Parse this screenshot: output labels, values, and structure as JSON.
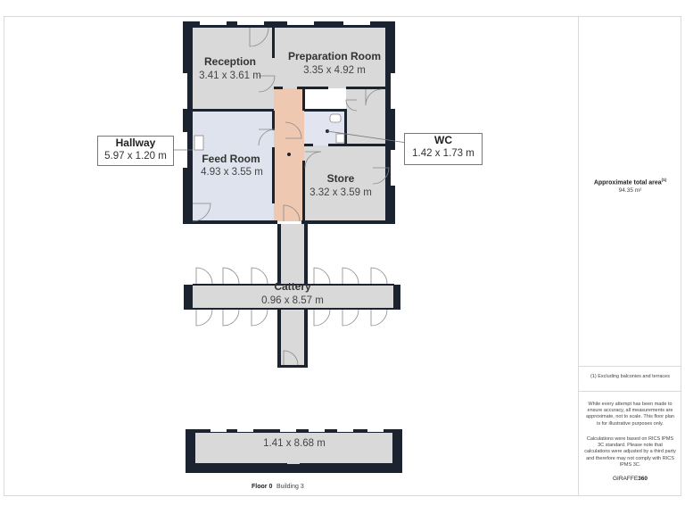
{
  "plan": {
    "rooms": [
      {
        "name": "Reception",
        "dims": "3.41 x 3.61 m"
      },
      {
        "name": "Preparation Room",
        "dims": "3.35 x 4.92 m"
      },
      {
        "name": "Feed Room",
        "dims": "4.93 x 3.55 m"
      },
      {
        "name": "Store",
        "dims": "3.32 x 3.59 m"
      },
      {
        "name": "Cattery",
        "dims": "0.96 x 8.57 m"
      },
      {
        "name": "",
        "dims": "1.41 x 8.68 m"
      }
    ],
    "callouts": [
      {
        "name": "Hallway",
        "dims": "5.97 x 1.20 m"
      },
      {
        "name": "WC",
        "dims": "1.42 x 1.73 m"
      }
    ],
    "colors": {
      "wall": "#1c2330",
      "room": "#d9d9d9",
      "feed_room": "#dfe3ee",
      "hallway": "#efc8b2",
      "wc": "#e2e5ef"
    }
  },
  "sidebar": {
    "area_title": "Approximate total area",
    "area_sup": "(1)",
    "area_value": "94.35 m²",
    "footnote": "(1) Excluding balconies and terraces",
    "disclaimer": "While every attempt has been made to ensure accuracy, all measurements are approximate, not to scale. This floor plan is for illustrative purposes only.",
    "calc_note": "Calculations were based on RICS IPMS 3C standard. Please note that calculations were adjusted by a third party and therefore may not comply with RICS IPMS 3C.",
    "brand_a": "GIRAFFE",
    "brand_b": "360"
  },
  "footer": {
    "floor": "Floor 0",
    "building": "Building 3"
  }
}
